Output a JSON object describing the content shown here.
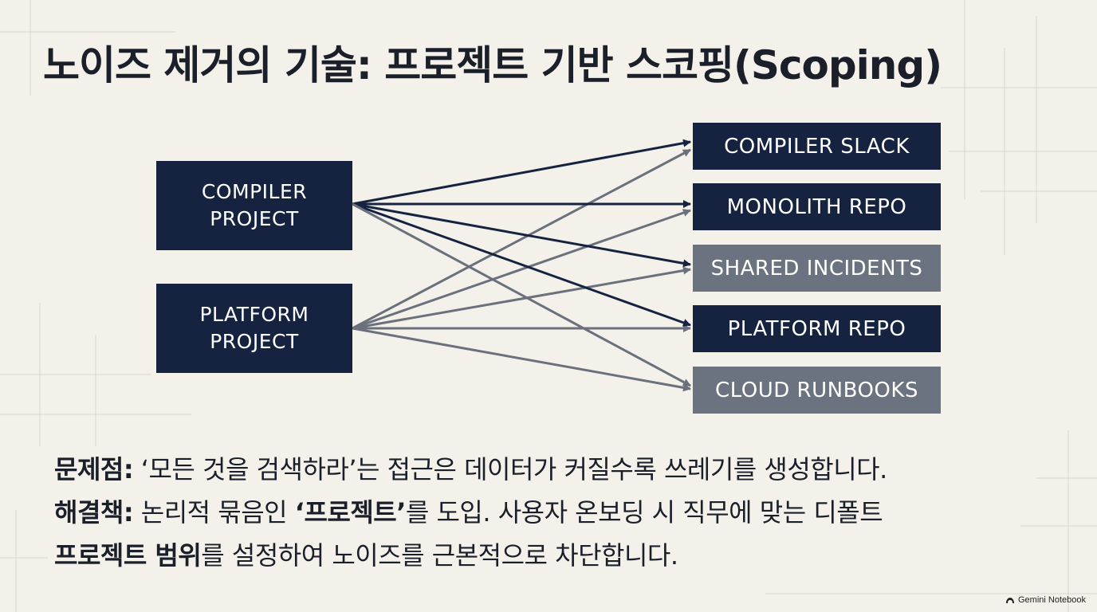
{
  "title": "노이즈 제거의 기술: 프로젝트 기반 스코핑(Scoping)",
  "diagram": {
    "sources": [
      {
        "line1": "COMPILER",
        "line2": "PROJECT"
      },
      {
        "line1": "PLATFORM",
        "line2": "PROJECT"
      }
    ],
    "targets": [
      {
        "label": "COMPILER SLACK",
        "style": "dark"
      },
      {
        "label": "MONOLITH REPO",
        "style": "dark"
      },
      {
        "label": "SHARED INCIDENTS",
        "style": "gray"
      },
      {
        "label": "PLATFORM REPO",
        "style": "dark"
      },
      {
        "label": "CLOUD RUNBOOKS",
        "style": "gray"
      }
    ],
    "colors": {
      "dark_node": "#152341",
      "gray_node": "#6c7380",
      "dark_arrow": "#152341",
      "gray_arrow": "#6b717c",
      "background": "#f3f1ea"
    }
  },
  "problem": {
    "label": "문제점:",
    "text": " ‘모든 것을 검색하라’는 접근은 데이터가 커질수록 쓰레기를 생성합니다."
  },
  "solution": {
    "label": "해결책:",
    "text1": " 논리적 묶음인 ",
    "emph1": "‘프로젝트’",
    "text2": "를 도입. 사용자 온보딩 시 직무에 맞는 디폴트",
    "emph2": "프로젝트 범위",
    "text3": "를 설정하여 노이즈를 근본적으로 차단합니다."
  },
  "watermark": "Gemini Notebook"
}
